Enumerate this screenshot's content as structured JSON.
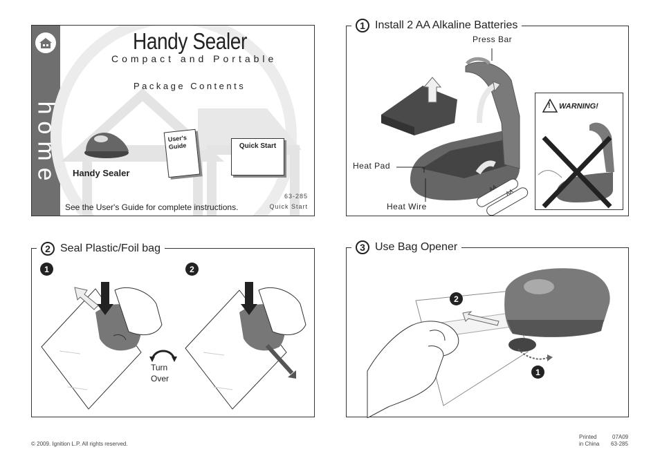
{
  "home_panel": {
    "side_label": "home",
    "title": "Handy Sealer",
    "subtitle": "Compact and Portable",
    "contents_heading": "Package Contents",
    "product_label": "Handy Sealer",
    "guide_label": "User's Guide",
    "quickstart_label": "Quick Start",
    "footer_text": "See the User's Guide for complete instructions.",
    "code": "63-285",
    "code_label": "Quick Start"
  },
  "step1": {
    "number": "1",
    "title": "Install 2 AA Alkaline Batteries",
    "callouts": {
      "press_bar": "Press Bar",
      "heat_pad": "Heat Pad",
      "heat_wire": "Heat Wire"
    },
    "battery_label": "AA",
    "warning_label": "WARNING!",
    "warning_symbol": "!"
  },
  "step2": {
    "number": "2",
    "title": "Seal Plastic/Foil bag",
    "sub1": "1",
    "sub2": "2",
    "turn_over_line1": "Turn",
    "turn_over_line2": "Over"
  },
  "step3": {
    "number": "3",
    "title": "Use Bag Opener",
    "sub1": "1",
    "sub2": "2"
  },
  "footer": {
    "copyright": "© 2009. Ignition L.P. All rights reserved.",
    "printed_line1": "Printed",
    "printed_line2": "in China",
    "code_line1": "07A09",
    "code_line2": "63-285"
  },
  "colors": {
    "sidebar": "#6f6f6f",
    "device_dark": "#555555",
    "device_mid": "#8a8a8a",
    "line": "#333333"
  }
}
